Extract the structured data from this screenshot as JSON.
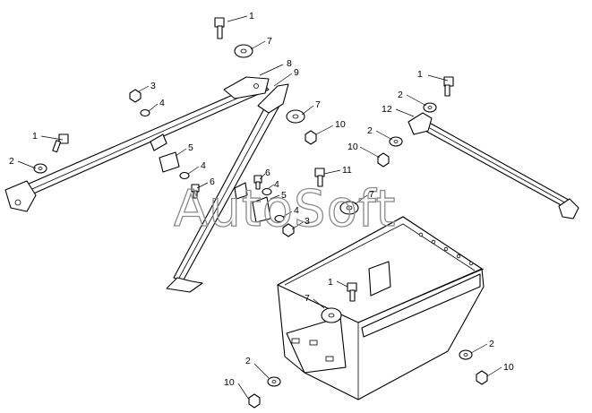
{
  "watermark": "AutoSoft",
  "callouts": {
    "c01": "1",
    "c02": "7",
    "c03": "8",
    "c04": "9",
    "c05": "3",
    "c06": "4",
    "c07": "1",
    "c08": "2",
    "c09": "5",
    "c10": "4",
    "c11": "6",
    "c12": "7",
    "c13": "10",
    "c14": "6",
    "c15": "4",
    "c16": "5",
    "c17": "4",
    "c18": "3",
    "c19": "11",
    "c20": "7",
    "c21": "1",
    "c22": "2",
    "c23": "12",
    "c24": "2",
    "c25": "10",
    "c26": "7",
    "c27": "1",
    "c28": "2",
    "c29": "10",
    "c30": "2",
    "c31": "10"
  }
}
